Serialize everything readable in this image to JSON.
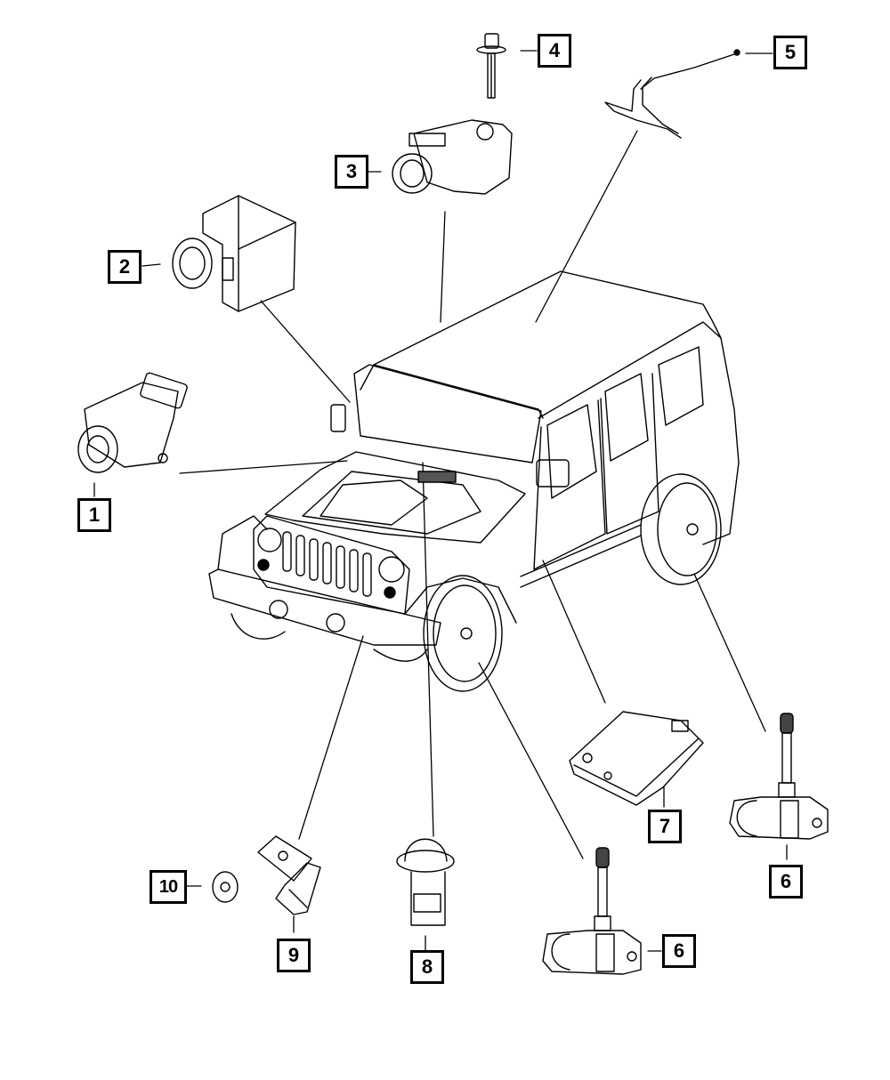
{
  "diagram": {
    "subject": "Vehicle sensors and modules parts diagram",
    "vehicle": "4-door sport utility vehicle (front three-quarter view)",
    "callouts": [
      {
        "id": "c1",
        "label": "1",
        "part": "speed sensor"
      },
      {
        "id": "c2",
        "label": "2",
        "part": "control module"
      },
      {
        "id": "c3",
        "label": "3",
        "part": "impact sensor"
      },
      {
        "id": "c4",
        "label": "4",
        "part": "bolt"
      },
      {
        "id": "c5",
        "label": "5",
        "part": "antenna cable"
      },
      {
        "id": "c6a",
        "label": "6",
        "part": "tire pressure sensor (front)"
      },
      {
        "id": "c6b",
        "label": "6",
        "part": "tire pressure sensor (rear)"
      },
      {
        "id": "c7",
        "label": "7",
        "part": "receiver module"
      },
      {
        "id": "c8",
        "label": "8",
        "part": "ambient light sensor"
      },
      {
        "id": "c9",
        "label": "9",
        "part": "ambient temperature sensor"
      },
      {
        "id": "c10",
        "label": "10",
        "part": "nut"
      }
    ]
  }
}
